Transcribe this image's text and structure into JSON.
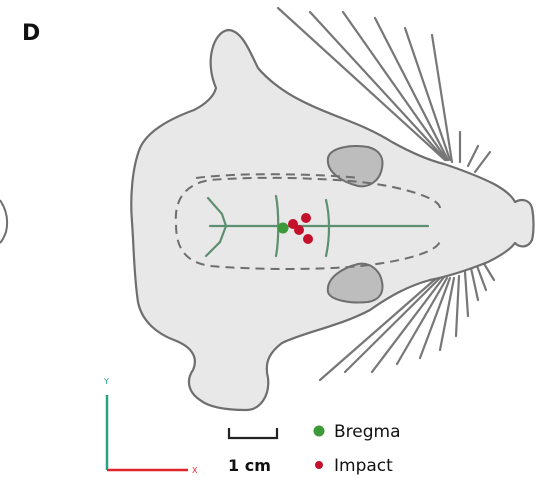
{
  "panel_label": "D",
  "axes": {
    "y_label": "Y",
    "x_label": "X",
    "y_color": "#27a384",
    "x_color": "#e0252b"
  },
  "scale_bar": {
    "label": "1 cm"
  },
  "legend": [
    {
      "label": "Bregma",
      "color": "#3d9a3a"
    },
    {
      "label": "Impact",
      "color": "#c4102a"
    }
  ],
  "markers": {
    "bregma_color": "#3d9a3a",
    "impact_color": "#c4102a",
    "impact_count": 4
  },
  "colors": {
    "skull_fill": "#e8e8e8",
    "skull_stroke": "#6e6e6e",
    "suture": "#5d8f71"
  }
}
